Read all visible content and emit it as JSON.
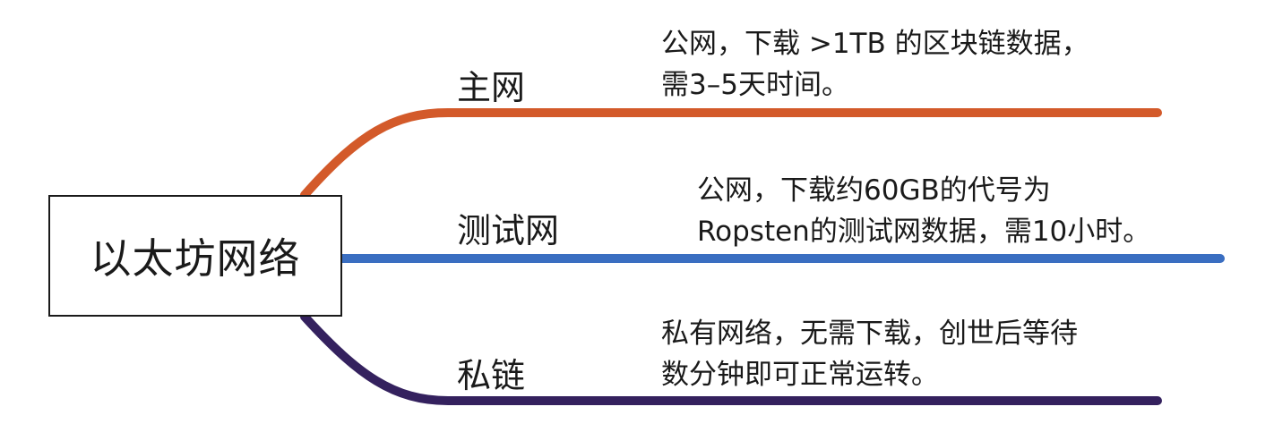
{
  "root": {
    "label": "以太坊网络"
  },
  "branches": [
    {
      "label": "主网",
      "color": "#d35a2a",
      "description": [
        "公网，下载 >1TB 的区块链数据，",
        "需3–5天时间。"
      ]
    },
    {
      "label": "测试网",
      "color": "#3a6ec1",
      "description": [
        "公网，下载约60GB的代号为",
        "Ropsten的测试网数据，需10小时。"
      ]
    },
    {
      "label": "私链",
      "color": "#34215e",
      "description": [
        "私有网络，无需下载，创世后等待",
        "数分钟即可正常运转。"
      ]
    }
  ]
}
